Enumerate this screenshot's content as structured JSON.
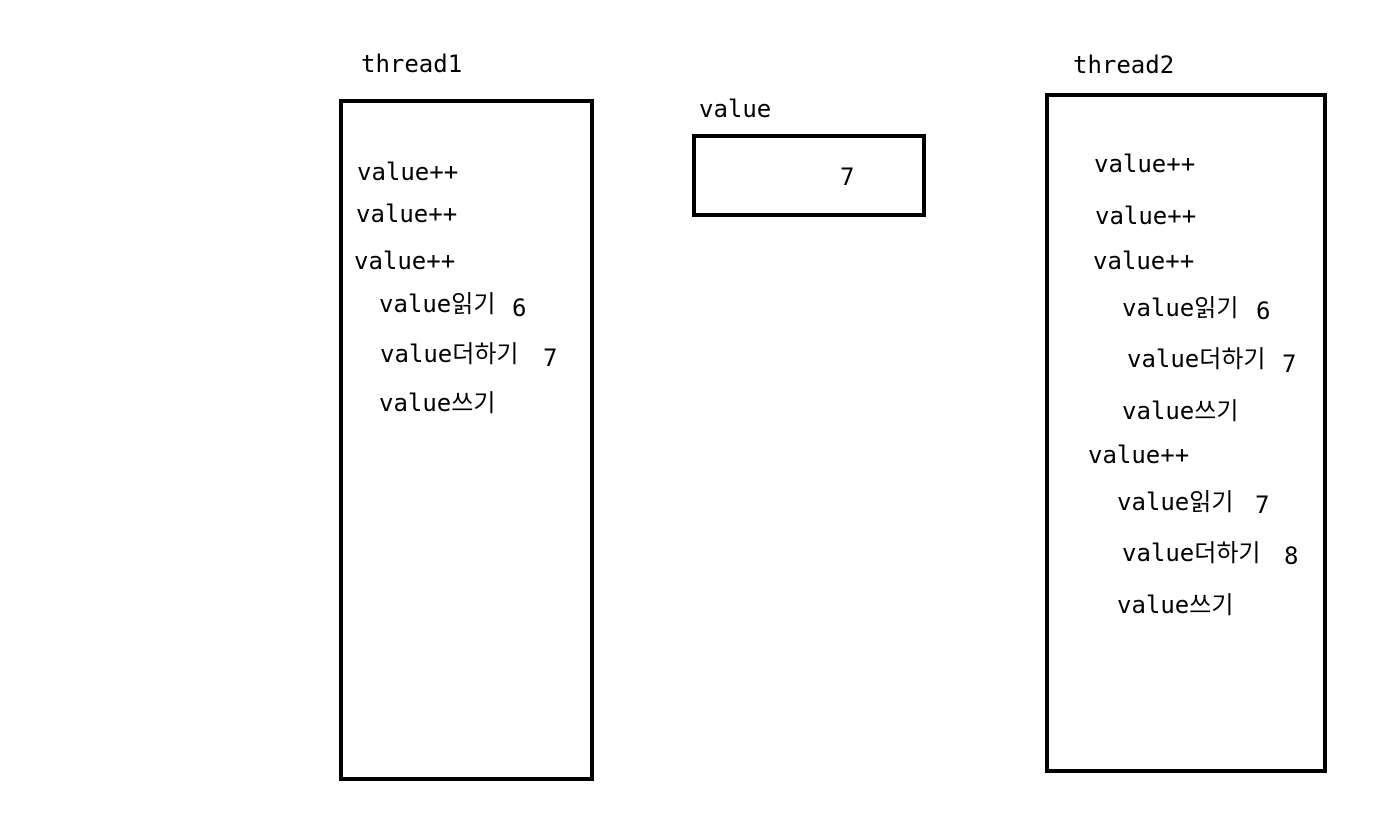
{
  "thread1": {
    "title": "thread1",
    "lines": [
      {
        "text": "value++"
      },
      {
        "text": "value++"
      },
      {
        "text": "value++"
      },
      {
        "text": "value읽기",
        "value": "6"
      },
      {
        "text": "value더하기",
        "value": "7"
      },
      {
        "text": "value쓰기"
      }
    ]
  },
  "shared": {
    "title": "value",
    "current": "7"
  },
  "thread2": {
    "title": "thread2",
    "lines": [
      {
        "text": "value++"
      },
      {
        "text": "value++"
      },
      {
        "text": "value++"
      },
      {
        "text": "value읽기",
        "value": "6"
      },
      {
        "text": "value더하기",
        "value": "7"
      },
      {
        "text": "value쓰기"
      },
      {
        "text": "value++"
      },
      {
        "text": "value읽기",
        "value": "7"
      },
      {
        "text": "value더하기",
        "value": "8"
      },
      {
        "text": "value쓰기"
      }
    ]
  }
}
